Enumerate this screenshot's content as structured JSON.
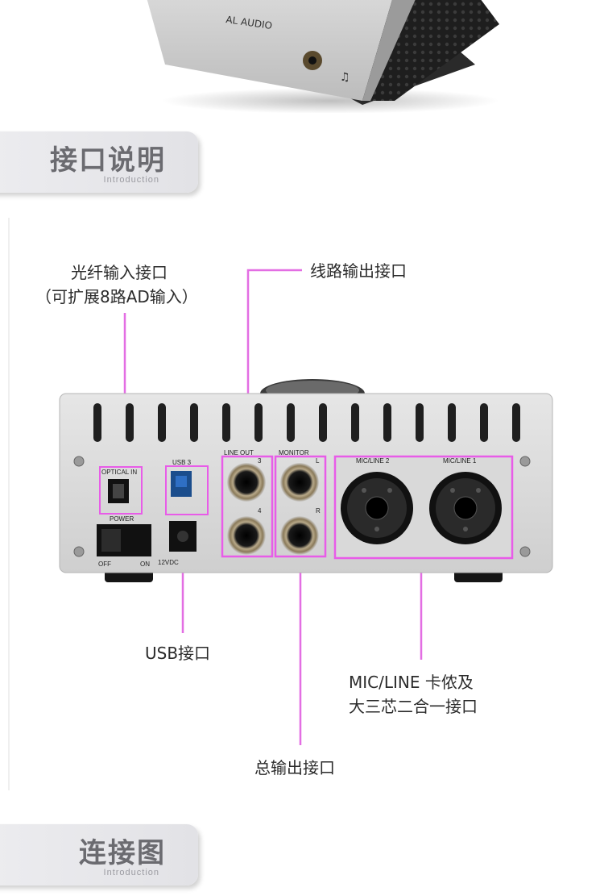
{
  "top_photo": {
    "brand_text": "AL AUDIO"
  },
  "section1": {
    "title": "接口说明",
    "subtitle": "Introduction"
  },
  "section2": {
    "title": "连接图",
    "subtitle": "Introduction"
  },
  "callouts": {
    "optical_line1": "光纤输入接口",
    "optical_line2": "（可扩展8路AD输入）",
    "line_out": "线路输出接口",
    "usb": "USB接口",
    "mic_line1": "MIC/LINE 卡侬及",
    "mic_line2": "大三芯二合一接口",
    "main_out": "总输出接口"
  },
  "panel_labels": {
    "optical_in": "OPTICAL IN",
    "power": "POWER",
    "off": "OFF",
    "on": "ON",
    "usb3": "USB 3",
    "dc": "12VDC",
    "line_out": "LINE OUT",
    "ch3": "3",
    "ch4": "4",
    "monitor": "MONITOR",
    "left": "L",
    "right": "R",
    "mic_line_2": "MIC/LINE 2",
    "mic_line_1": "MIC/LINE 1"
  },
  "colors": {
    "highlight": "#e85ce8",
    "callout_line": "#e36ee3"
  }
}
